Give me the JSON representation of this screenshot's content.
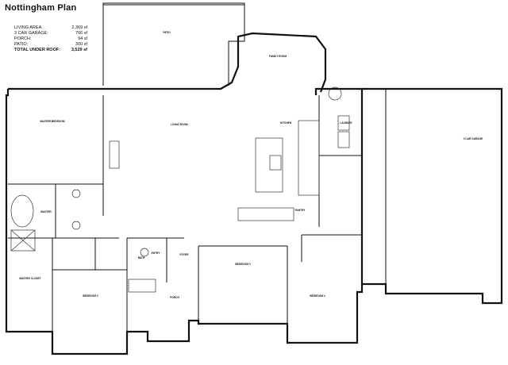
{
  "title": "Nottingham Plan",
  "areas": [
    {
      "label": "LIVING AREA:",
      "value": "2,369 sf"
    },
    {
      "label": "3 CAR GARAGE:",
      "value": "766 sf"
    },
    {
      "label": "PORCH:",
      "value": "94 sf"
    },
    {
      "label": "PATIO:",
      "value": "300 sf"
    },
    {
      "label": "TOTAL UNDER ROOF:",
      "value": "3,529 sf",
      "bold": true
    }
  ],
  "rooms": [
    {
      "key": "patio",
      "name": "PATIO"
    },
    {
      "key": "family-room",
      "name": "FAMILY ROOM"
    },
    {
      "key": "master-bedroom",
      "name": "MASTER BEDROOM"
    },
    {
      "key": "living-room",
      "name": "LIVING ROOM"
    },
    {
      "key": "kitchen",
      "name": "KITCHEN"
    },
    {
      "key": "laundry",
      "name": "LAUNDRY"
    },
    {
      "key": "garage",
      "name": "3 CAR GARAGE"
    },
    {
      "key": "master-bath",
      "name": "MASTER"
    },
    {
      "key": "master-closet",
      "name": "MASTER CLOSET"
    },
    {
      "key": "bedroom-2",
      "name": "BEDROOM 2"
    },
    {
      "key": "bedroom-3",
      "name": "BEDROOM 3"
    },
    {
      "key": "bedroom-4",
      "name": "BEDROOM 4"
    },
    {
      "key": "foyer",
      "name": "FOYER"
    },
    {
      "key": "porch",
      "name": "PORCH"
    },
    {
      "key": "pantry",
      "name": "PANTRY"
    },
    {
      "key": "bath",
      "name": "BATH"
    },
    {
      "key": "entry",
      "name": "ENTRY"
    }
  ]
}
